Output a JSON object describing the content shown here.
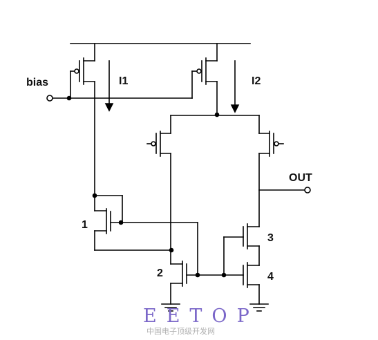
{
  "labels": {
    "bias": "bias",
    "i1": "I1",
    "i2": "I2",
    "out": "OUT",
    "m1": "1",
    "m2": "2",
    "m3": "3",
    "m4": "4"
  },
  "watermark": {
    "brand": "EETOP",
    "subtitle": "中国电子顶级开发网"
  },
  "colors": {
    "wire": "#000000",
    "watermark": "#7a66c8",
    "watermark_sub": "#b0b0b0"
  }
}
